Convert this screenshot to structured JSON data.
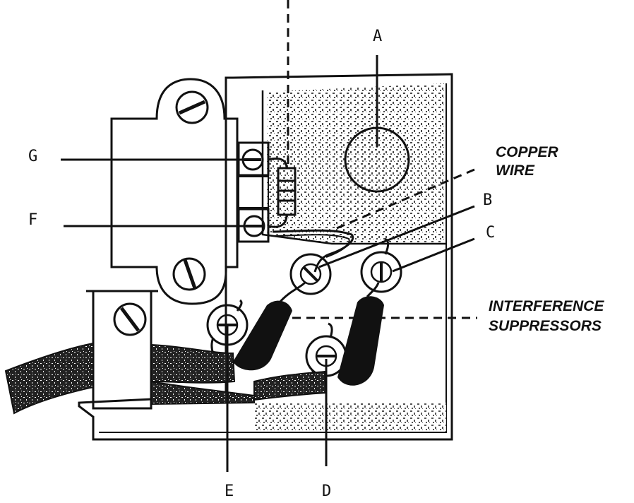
{
  "labels": {
    "a": "A",
    "b": "B",
    "c": "C",
    "d": "D",
    "e": "E",
    "f": "F",
    "g": "G"
  },
  "captions": {
    "copper_line1": "COPPER",
    "copper_line2": "WIRE",
    "suppressors_line1": "INTERFERENCE",
    "suppressors_line2": "SUPPRESSORS"
  },
  "colors": {
    "ink": "#111111",
    "speckle": "#2a2a2a",
    "paper": "#ffffff"
  }
}
